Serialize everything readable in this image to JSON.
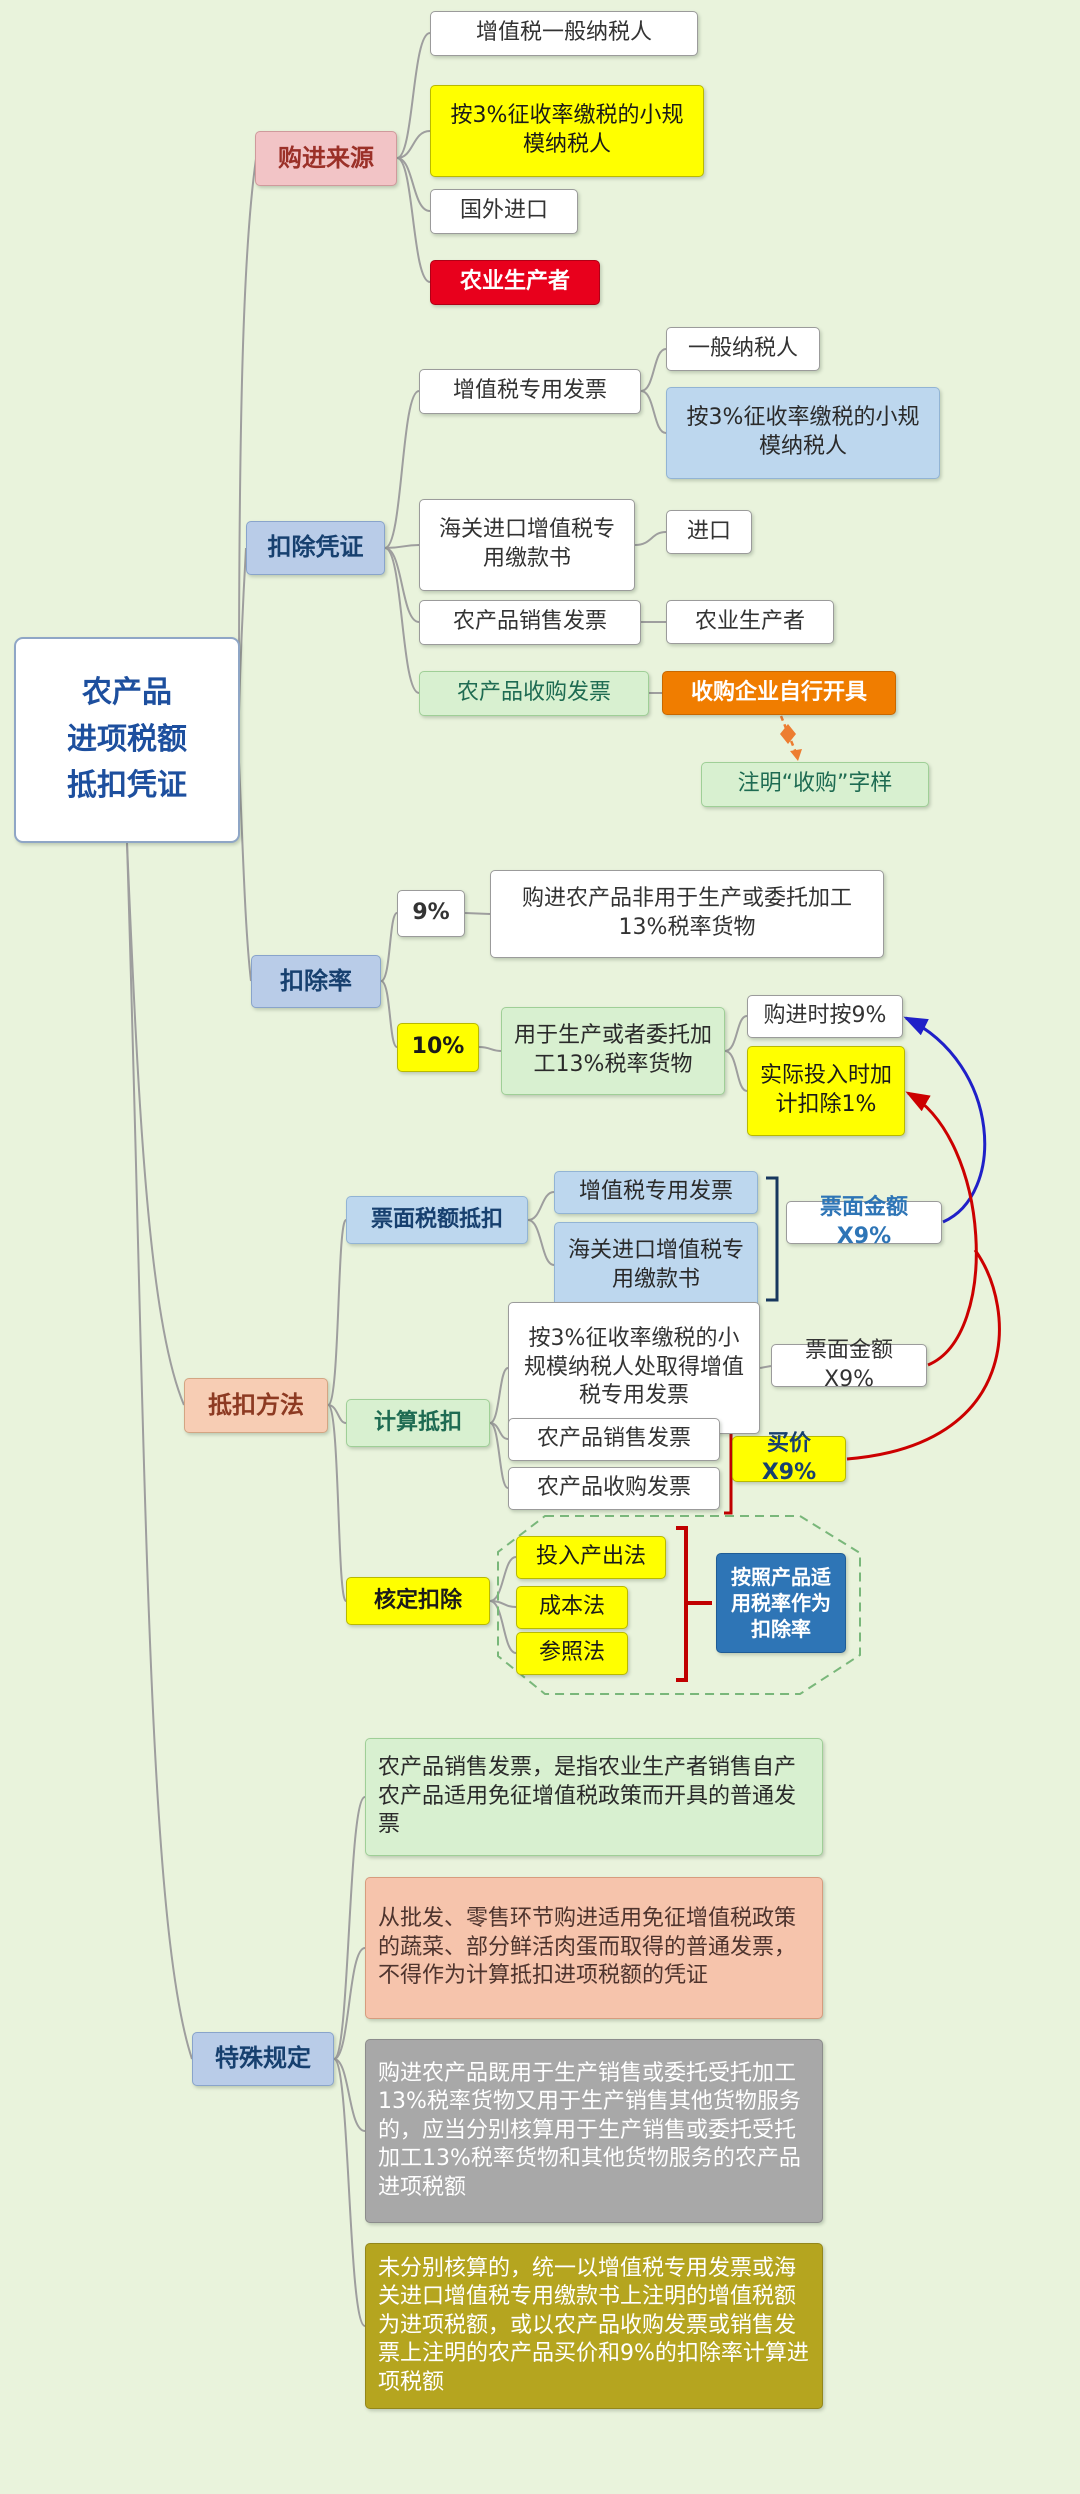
{
  "palette": {
    "background": "#e9f3dc",
    "highlight_yellow": "#ffff00",
    "alert_red": "#e8001c",
    "orange": "#f07d00",
    "solid_blue": "#2e75b6",
    "branch_blue": "#b9cce8",
    "branch_pink": "#f2c4c6",
    "branch_peach": "#f7cdb4",
    "light_blue": "#bdd7ee",
    "light_green": "#d8f0d0",
    "gray": "#a8a8a8",
    "olive": "#b5a51f",
    "arrow_blue": "#2020c8",
    "arrow_red": "#cc0000"
  },
  "root": {
    "label": "农产品\n进项税额\n抵扣凭证"
  },
  "source": {
    "head": "购进来源",
    "general_taxpayer": "增值税一般纳税人",
    "small_taxpayer": "按3%征收率缴税的小规模纳税人",
    "foreign_import": "国外进口",
    "agri_producer": "农业生产者"
  },
  "voucher": {
    "head": "扣除凭证",
    "vat_special_invoice": "增值税专用发票",
    "general_taxpayer": "一般纳税人",
    "small_taxpayer": "按3%征收率缴税的小规模纳税人",
    "customs_payment_note": "海关进口增值税专用缴款书",
    "import": "进口",
    "sales_invoice": "农产品销售发票",
    "agri_producer": "农业生产者",
    "purchase_invoice": "农产品收购发票",
    "self_issued": "收购企业自行开具",
    "note": "注明“收购”字样"
  },
  "rate": {
    "head": "扣除率",
    "nine": "9%",
    "nine_desc": "购进农产品非用于生产或委托加工13%税率货物",
    "ten": "10%",
    "ten_desc": "用于生产或者委托加工13%税率货物",
    "buy_at_nine": "购进时按9%",
    "extra_one": "实际投入时加计扣除1%"
  },
  "method": {
    "head": "抵扣方法",
    "face_value": "票面税额抵扣",
    "face_invoice": "增值税专用发票",
    "face_customs": "海关进口增值税专用缴款书",
    "face_formula": "票面金额X9%",
    "calculated": "计算抵扣",
    "calc_small_invoice": "按3%征收率缴税的小规模纳税人处取得增值税专用发票",
    "calc_formula": "票面金额X9%",
    "calc_sales_invoice": "农产品销售发票",
    "calc_purchase_invoice": "农产品收购发票",
    "price_formula": "买价X9%",
    "verified": "核定扣除",
    "input_output": "投入产出法",
    "cost_method": "成本法",
    "reference_method": "参照法",
    "verified_rate": "按照产品适用税率作为扣除率"
  },
  "special": {
    "head": "特殊规定",
    "p1": "农产品销售发票，是指农业生产者销售自产农产品适用免征增值税政策而开具的普通发票",
    "p2": "从批发、零售环节购进适用免征增值税政策的蔬菜、部分鲜活肉蛋而取得的普通发票，不得作为计算抵扣进项税额的凭证",
    "p3": "购进农产品既用于生产销售或委托受托加工13%税率货物又用于生产销售其他货物服务的，应当分别核算用于生产销售或委托受托加工13%税率货物和其他货物服务的农产品进项税额",
    "p4": "未分别核算的，统一以增值税专用发票或海关进口增值税专用缴款书上注明的增值税额为进项税额，或以农产品收购发票或销售发票上注明的农产品买价和9%的扣除率计算进项税额"
  }
}
